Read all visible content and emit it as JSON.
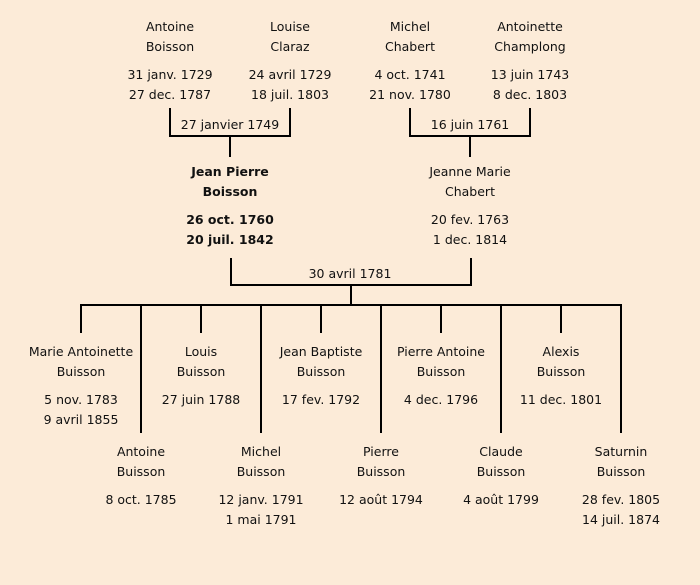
{
  "grandparents": [
    {
      "first": "Antoine",
      "last": "Boisson",
      "birth": "31 janv. 1729",
      "death": "27 dec. 1787"
    },
    {
      "first": "Louise",
      "last": "Claraz",
      "birth": "24 avril 1729",
      "death": "18 juil. 1803"
    },
    {
      "first": "Michel",
      "last": "Chabert",
      "birth": "4 oct. 1741",
      "death": "21 nov. 1780"
    },
    {
      "first": "Antoinette",
      "last": "Champlong",
      "birth": "13 juin 1743",
      "death": "8 dec. 1803"
    }
  ],
  "marriages": {
    "boisson_claraz": "27 janvier 1749",
    "chabert_champlong": "16 juin 1761",
    "parents": "30 avril 1781"
  },
  "parents": [
    {
      "first": "Jean Pierre",
      "last": "Boisson",
      "birth": "26 oct. 1760",
      "death": "20 juil. 1842"
    },
    {
      "first": "Jeanne Marie",
      "last": "Chabert",
      "birth": "20 fev. 1763",
      "death": "1 dec. 1814"
    }
  ],
  "children": [
    {
      "first": "Marie Antoinette",
      "last": "Buisson",
      "birth": "5 nov. 1783",
      "death": "9 avril 1855"
    },
    {
      "first": "Antoine",
      "last": "Buisson",
      "birth": "8 oct. 1785"
    },
    {
      "first": "Louis",
      "last": "Buisson",
      "birth": "27 juin 1788"
    },
    {
      "first": "Michel",
      "last": "Buisson",
      "birth": "12 janv. 1791",
      "death": "1 mai 1791"
    },
    {
      "first": "Jean Baptiste",
      "last": "Buisson",
      "birth": "17 fev. 1792"
    },
    {
      "first": "Pierre",
      "last": "Buisson",
      "birth": "12 août 1794"
    },
    {
      "first": "Pierre Antoine",
      "last": "Buisson",
      "birth": "4 dec. 1796"
    },
    {
      "first": "Claude",
      "last": "Buisson",
      "birth": "4 août 1799"
    },
    {
      "first": "Alexis",
      "last": "Buisson",
      "birth": "11 dec. 1801"
    },
    {
      "first": "Saturnin",
      "last": "Buisson",
      "birth": "28 fev. 1805",
      "death": "14 juil. 1874"
    }
  ],
  "colors": {
    "background": "#fcebd8",
    "line": "#000000"
  }
}
